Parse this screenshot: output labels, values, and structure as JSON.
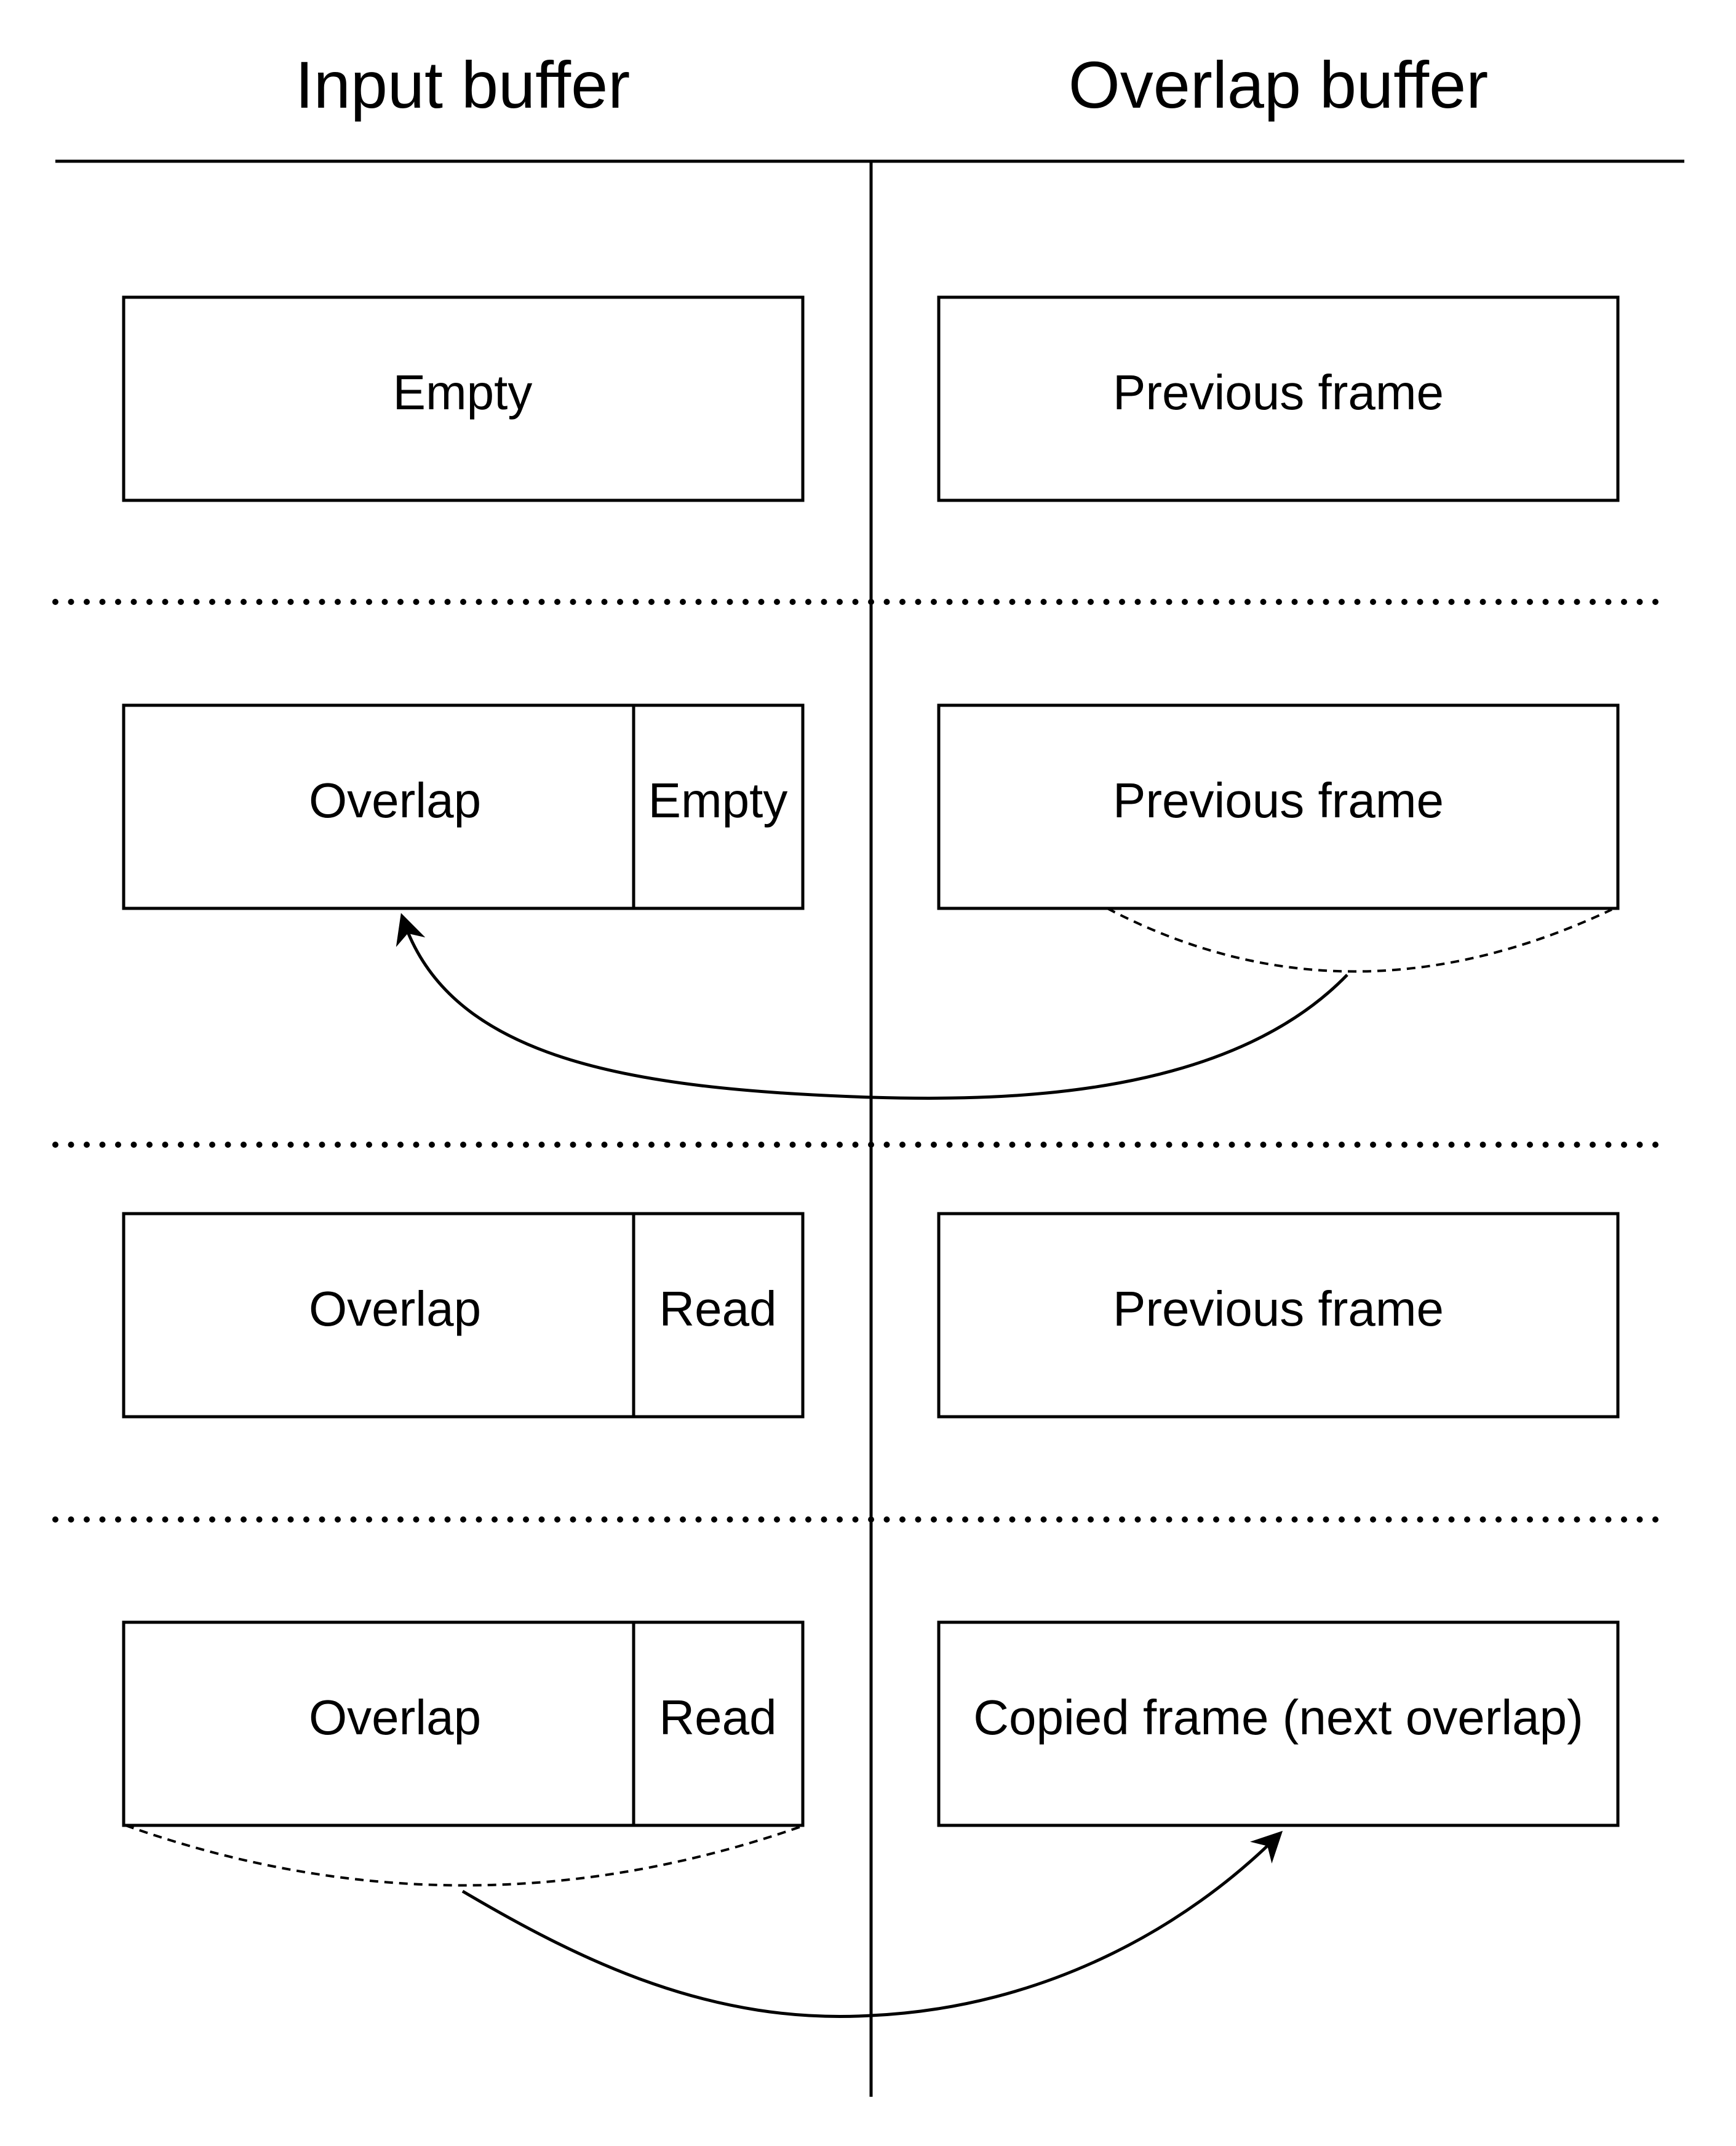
{
  "columns": {
    "input": "Input buffer",
    "overlap": "Overlap buffer"
  },
  "rows": [
    {
      "input": [
        {
          "label": "Empty"
        }
      ],
      "overlap": "Previous frame"
    },
    {
      "input": [
        {
          "label": "Overlap"
        },
        {
          "label": "Empty"
        }
      ],
      "overlap": "Previous frame"
    },
    {
      "input": [
        {
          "label": "Overlap"
        },
        {
          "label": "Read"
        }
      ],
      "overlap": "Previous frame"
    },
    {
      "input": [
        {
          "label": "Overlap"
        },
        {
          "label": "Read"
        }
      ],
      "overlap": "Copied frame (next overlap)"
    }
  ]
}
